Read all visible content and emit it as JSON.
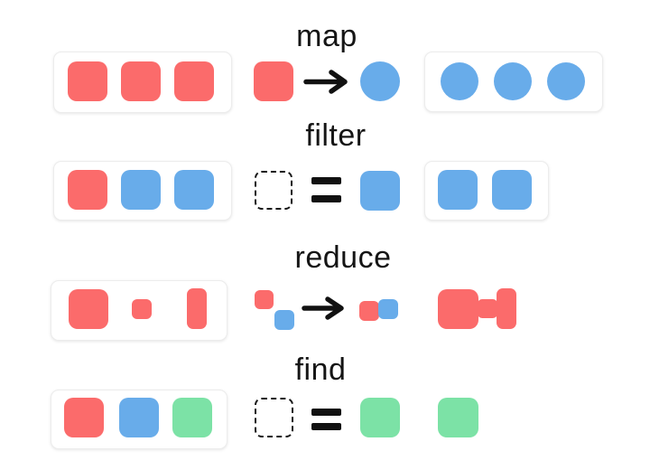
{
  "colors": {
    "red": "#FB6B6B",
    "blue": "#68ACEA",
    "green": "#7CE2A6",
    "text": "#151515",
    "box-border": "#ececec",
    "background": "#FFFFFF"
  },
  "rows": [
    {
      "title": "map",
      "input_array": [
        "red-square",
        "red-square",
        "red-square"
      ],
      "operation": {
        "left": "red-square",
        "symbol": "arrow-right",
        "right": "blue-circle"
      },
      "output_array": [
        "blue-circle",
        "blue-circle",
        "blue-circle"
      ]
    },
    {
      "title": "filter",
      "input_array": [
        "red-square",
        "blue-square",
        "blue-square"
      ],
      "operation": {
        "left": "dashed-placeholder-square",
        "symbol": "equals",
        "right": "blue-square"
      },
      "output_array": [
        "blue-square",
        "blue-square"
      ]
    },
    {
      "title": "reduce",
      "input_array": [
        "red-square-large",
        "red-square-small",
        "red-rect-tall"
      ],
      "operation": {
        "left": "red-square-small + blue-square-small diagonal pair",
        "symbol": "arrow-right",
        "right": "red-square-small joined with blue-square-small"
      },
      "output_array": [
        "merged-red-shape: large-square + small-connector + tall-rect"
      ]
    },
    {
      "title": "find",
      "input_array": [
        "red-square",
        "blue-square",
        "green-square"
      ],
      "operation": {
        "left": "dashed-placeholder-square",
        "symbol": "equals",
        "right": "green-square"
      },
      "output_array": [
        "green-square"
      ]
    }
  ]
}
